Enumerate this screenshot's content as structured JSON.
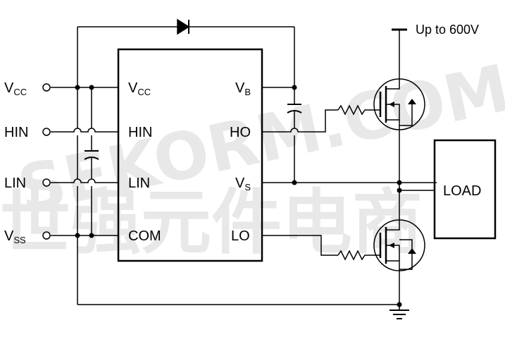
{
  "pins_external": {
    "vcc": {
      "main": "V",
      "sub": "CC"
    },
    "hin": "HIN",
    "lin": "LIN",
    "vss": {
      "main": "V",
      "sub": "SS"
    }
  },
  "ic_pins": {
    "vcc": {
      "main": "V",
      "sub": "CC"
    },
    "hin": "HIN",
    "lin": "LIN",
    "com": "COM",
    "vb": {
      "main": "V",
      "sub": "B"
    },
    "ho": "HO",
    "vs": {
      "main": "V",
      "sub": "S"
    },
    "lo": "LO"
  },
  "supply_label": "Up to 600V",
  "load_label": "LOAD",
  "watermark": {
    "line1": "SEKORM.COM",
    "line2": "世强元件电商"
  },
  "colors": {
    "line": "#000000",
    "watermark": "#e6e6e6"
  }
}
